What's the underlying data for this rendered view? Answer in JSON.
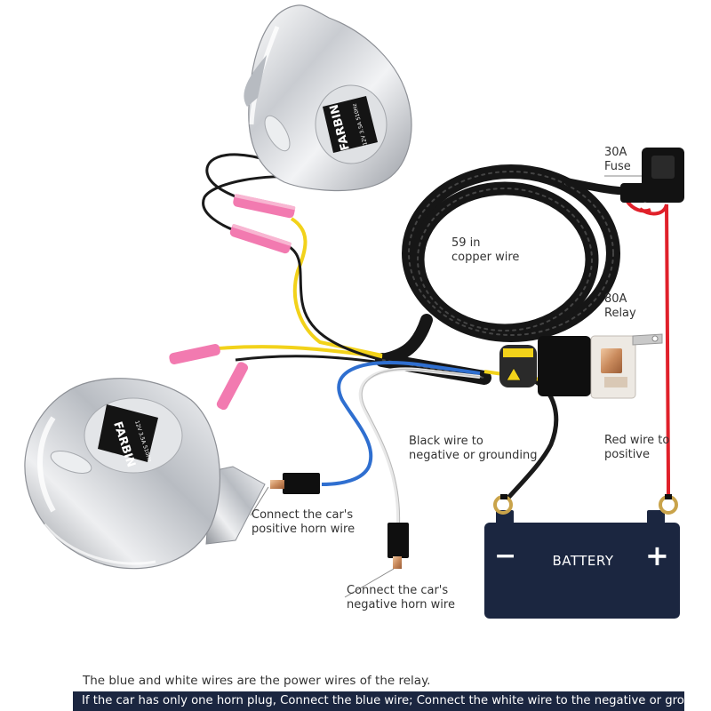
{
  "labels": {
    "fuse_line1": "30A",
    "fuse_line2": "Fuse",
    "copper_line1": "59 in",
    "copper_line2": "copper wire",
    "relay_line1": "80A",
    "relay_line2": "Relay",
    "black_line1": "Black wire to",
    "black_line2": "negative or grounding",
    "red_line1": "Red wire to",
    "red_line2": "positive",
    "positive_horn_line1": "Connect the car's",
    "positive_horn_line2": "positive horn wire",
    "negative_horn_line1": "Connect the car's",
    "negative_horn_line2": "negative horn wire"
  },
  "battery": {
    "label": "BATTERY",
    "minus": "−",
    "plus": "+"
  },
  "horn": {
    "brand": "FARBIN",
    "spec": "12V 3.5A 510Hz"
  },
  "notes": {
    "line1": "The blue and white wires are the power wires of the relay.",
    "line2": "If the car has only one horn plug, Connect the blue wire; Connect the white wire to the negative or ground."
  },
  "colors": {
    "battery": "#1b2640",
    "red_wire": "#e0202a",
    "yellow_wire": "#f2d21a",
    "blue_wire": "#2f6fd0",
    "black_wire": "#1a1a1a",
    "connector_pink": "#f27ab0",
    "chrome": "#d8dadd"
  }
}
